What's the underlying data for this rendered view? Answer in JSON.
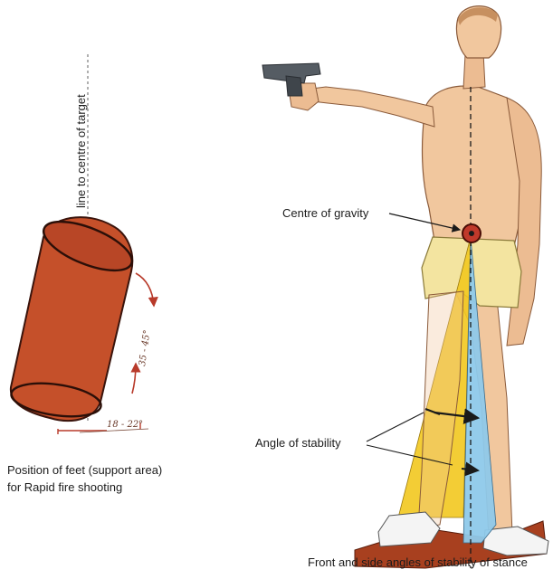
{
  "labels": {
    "line_to_target": "line to centre of target",
    "centre_of_gravity": "Centre of gravity",
    "angle_of_stability": "Angle of stability",
    "feet_caption_line1": "Position of feet (support area)",
    "feet_caption_line2": "for Rapid fire shooting",
    "stance_caption": "Front and side angles of stability of stance"
  },
  "sketch_notes": {
    "foot_angle": "35 - 45°",
    "foot_width": "18 - 22°"
  },
  "colors": {
    "feet_fill": "#c5502a",
    "feet_outline": "#3a140c",
    "skin": "#f1c79e",
    "shorts": "#f3e4a0",
    "stability_yellow": "#f2c81f",
    "stability_blue": "#8ec9ea",
    "base_area": "#a8401f",
    "marker": "#c0392b",
    "text": "#1c1c1c"
  }
}
